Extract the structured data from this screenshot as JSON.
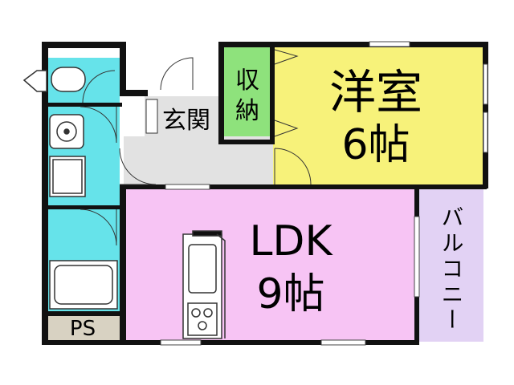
{
  "rooms": {
    "western_room": {
      "name": "洋室",
      "size": "6帖"
    },
    "ldk": {
      "name": "LDK",
      "size": "9帖"
    },
    "storage": {
      "line1": "収",
      "line2": "納"
    },
    "entrance": {
      "name": "玄関"
    },
    "balcony": {
      "name": "バルコニー"
    },
    "pipe_space": {
      "name": "PS"
    }
  },
  "colors": {
    "western_room": "#f7f27a",
    "ldk": "#f7c4f4",
    "storage": "#8ee27c",
    "wet_area": "#66e3ea",
    "balcony": "#e2d2f4",
    "hall": "#e2e2e2",
    "pipe_space": "#d8d2c2",
    "wall": "#111111"
  }
}
